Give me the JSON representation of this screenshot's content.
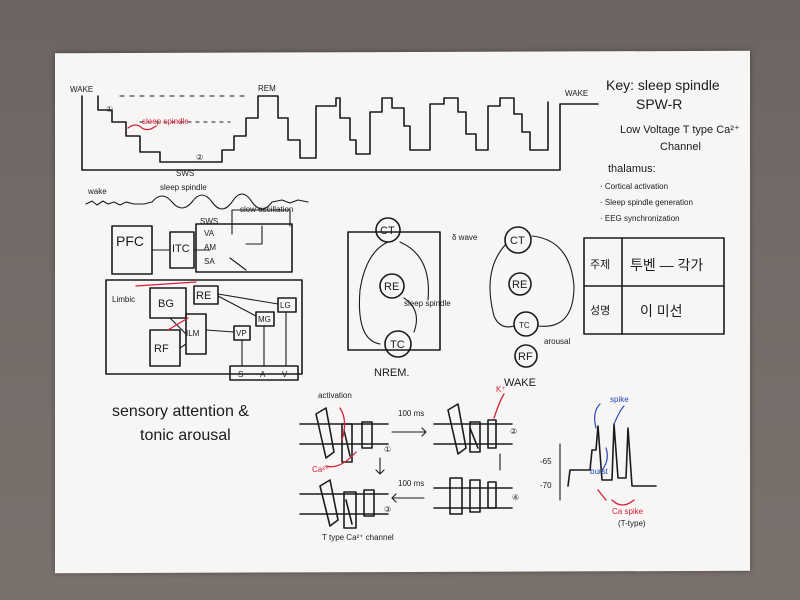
{
  "hypnogram": {
    "wake_left": "WAKE",
    "wake_right": "WAKE",
    "rem": "REM",
    "sws": "SWS",
    "stage_1": "①",
    "stage_2": "②",
    "sleep_spindle_note": "sleep spindle"
  },
  "key": {
    "title": "Key: sleep spindle",
    "spw": "SPW-R",
    "lvt_line1": "Low Voltage T type Ca²⁺",
    "lvt_line2": "Channel"
  },
  "thalamus": {
    "title": "thalamus:",
    "items": [
      "· Cortical activation",
      "· Sleep spindle generation",
      "· EEG synchronization"
    ]
  },
  "eeg": {
    "wake": "wake",
    "sws": "SWS",
    "slow_oscillation": "slow oscillation",
    "sleep_spindle": "sleep spindle"
  },
  "circuit": {
    "pfc": "PFC",
    "itc": "ITC",
    "va": "VA",
    "am": "AM",
    "sa": "SA",
    "limbic": "Limbic",
    "bg": "BG",
    "re": "RE",
    "rf": "RF",
    "ilm": "ILM",
    "vp": "VP",
    "mg": "MG",
    "lg": "LG",
    "s": "S",
    "a": "A",
    "v": "V"
  },
  "nrem": {
    "ct": "CT",
    "re": "RE",
    "tc": "TC",
    "spindle": "sleep spindle",
    "delta": "δ wave",
    "label": "NREM."
  },
  "wake": {
    "ct": "CT",
    "re": "RE",
    "tc": "TC",
    "rf": "RF",
    "label": "WAKE",
    "arousal": "arousal"
  },
  "name_box": {
    "row1_key": "주제",
    "row1_val": "투벤 — 각가",
    "row2_key": "성명",
    "row2_val": "이 미선"
  },
  "sensory": {
    "line1": "sensory attention &",
    "line2": "tonic arousal"
  },
  "channel": {
    "activation": "activation",
    "ms1": "100 ms",
    "ms2": "100 ms",
    "ca_in": "Ca²⁺",
    "k_out": "K⁺",
    "t_type": "T type Ca²⁺ channel",
    "n1": "①",
    "n2": "②",
    "n3": "③",
    "n4": "④"
  },
  "spike": {
    "spike_label": "spike",
    "burst": "burst",
    "ca_spike": "Ca spike",
    "t_type": "(T-type)",
    "v1": "-65",
    "v2": "-70"
  }
}
